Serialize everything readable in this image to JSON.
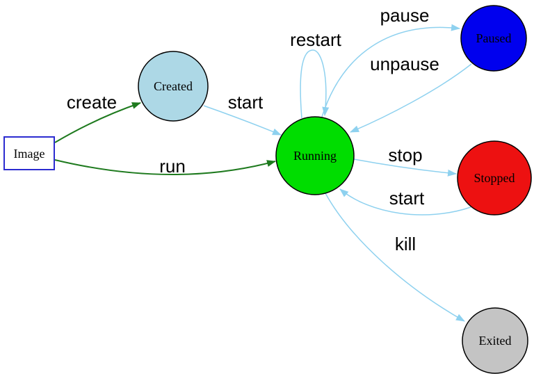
{
  "colors": {
    "edge_blue": "#8ed1ef",
    "edge_green": "#1e7a1e"
  },
  "nodes": {
    "image": {
      "label": "Image",
      "shape": "rectangle",
      "fill": "#ffffff",
      "border_color": "#2b2bd0"
    },
    "created": {
      "label": "Created",
      "shape": "circle",
      "fill": "#add8e6"
    },
    "running": {
      "label": "Running",
      "shape": "circle",
      "fill": "#00dd00"
    },
    "paused": {
      "label": "Paused",
      "shape": "circle",
      "fill": "#0000ee"
    },
    "stopped": {
      "label": "Stopped",
      "shape": "circle",
      "fill": "#ed1111"
    },
    "exited": {
      "label": "Exited",
      "shape": "circle",
      "fill": "#c4c4c4"
    }
  },
  "edges": {
    "create": {
      "label": "create",
      "from": "image",
      "to": "created",
      "color": "#1e7a1e"
    },
    "run": {
      "label": "run",
      "from": "image",
      "to": "running",
      "color": "#1e7a1e"
    },
    "start_from_created": {
      "label": "start",
      "from": "created",
      "to": "running",
      "color": "#8ed1ef"
    },
    "restart": {
      "label": "restart",
      "from": "running",
      "to": "running",
      "color": "#8ed1ef"
    },
    "pause": {
      "label": "pause",
      "from": "running",
      "to": "paused",
      "color": "#8ed1ef"
    },
    "unpause": {
      "label": "unpause",
      "from": "paused",
      "to": "running",
      "color": "#8ed1ef"
    },
    "stop": {
      "label": "stop",
      "from": "running",
      "to": "stopped",
      "color": "#8ed1ef"
    },
    "start_from_stopped": {
      "label": "start",
      "from": "stopped",
      "to": "running",
      "color": "#8ed1ef"
    },
    "kill": {
      "label": "kill",
      "from": "running",
      "to": "exited",
      "color": "#8ed1ef"
    }
  }
}
